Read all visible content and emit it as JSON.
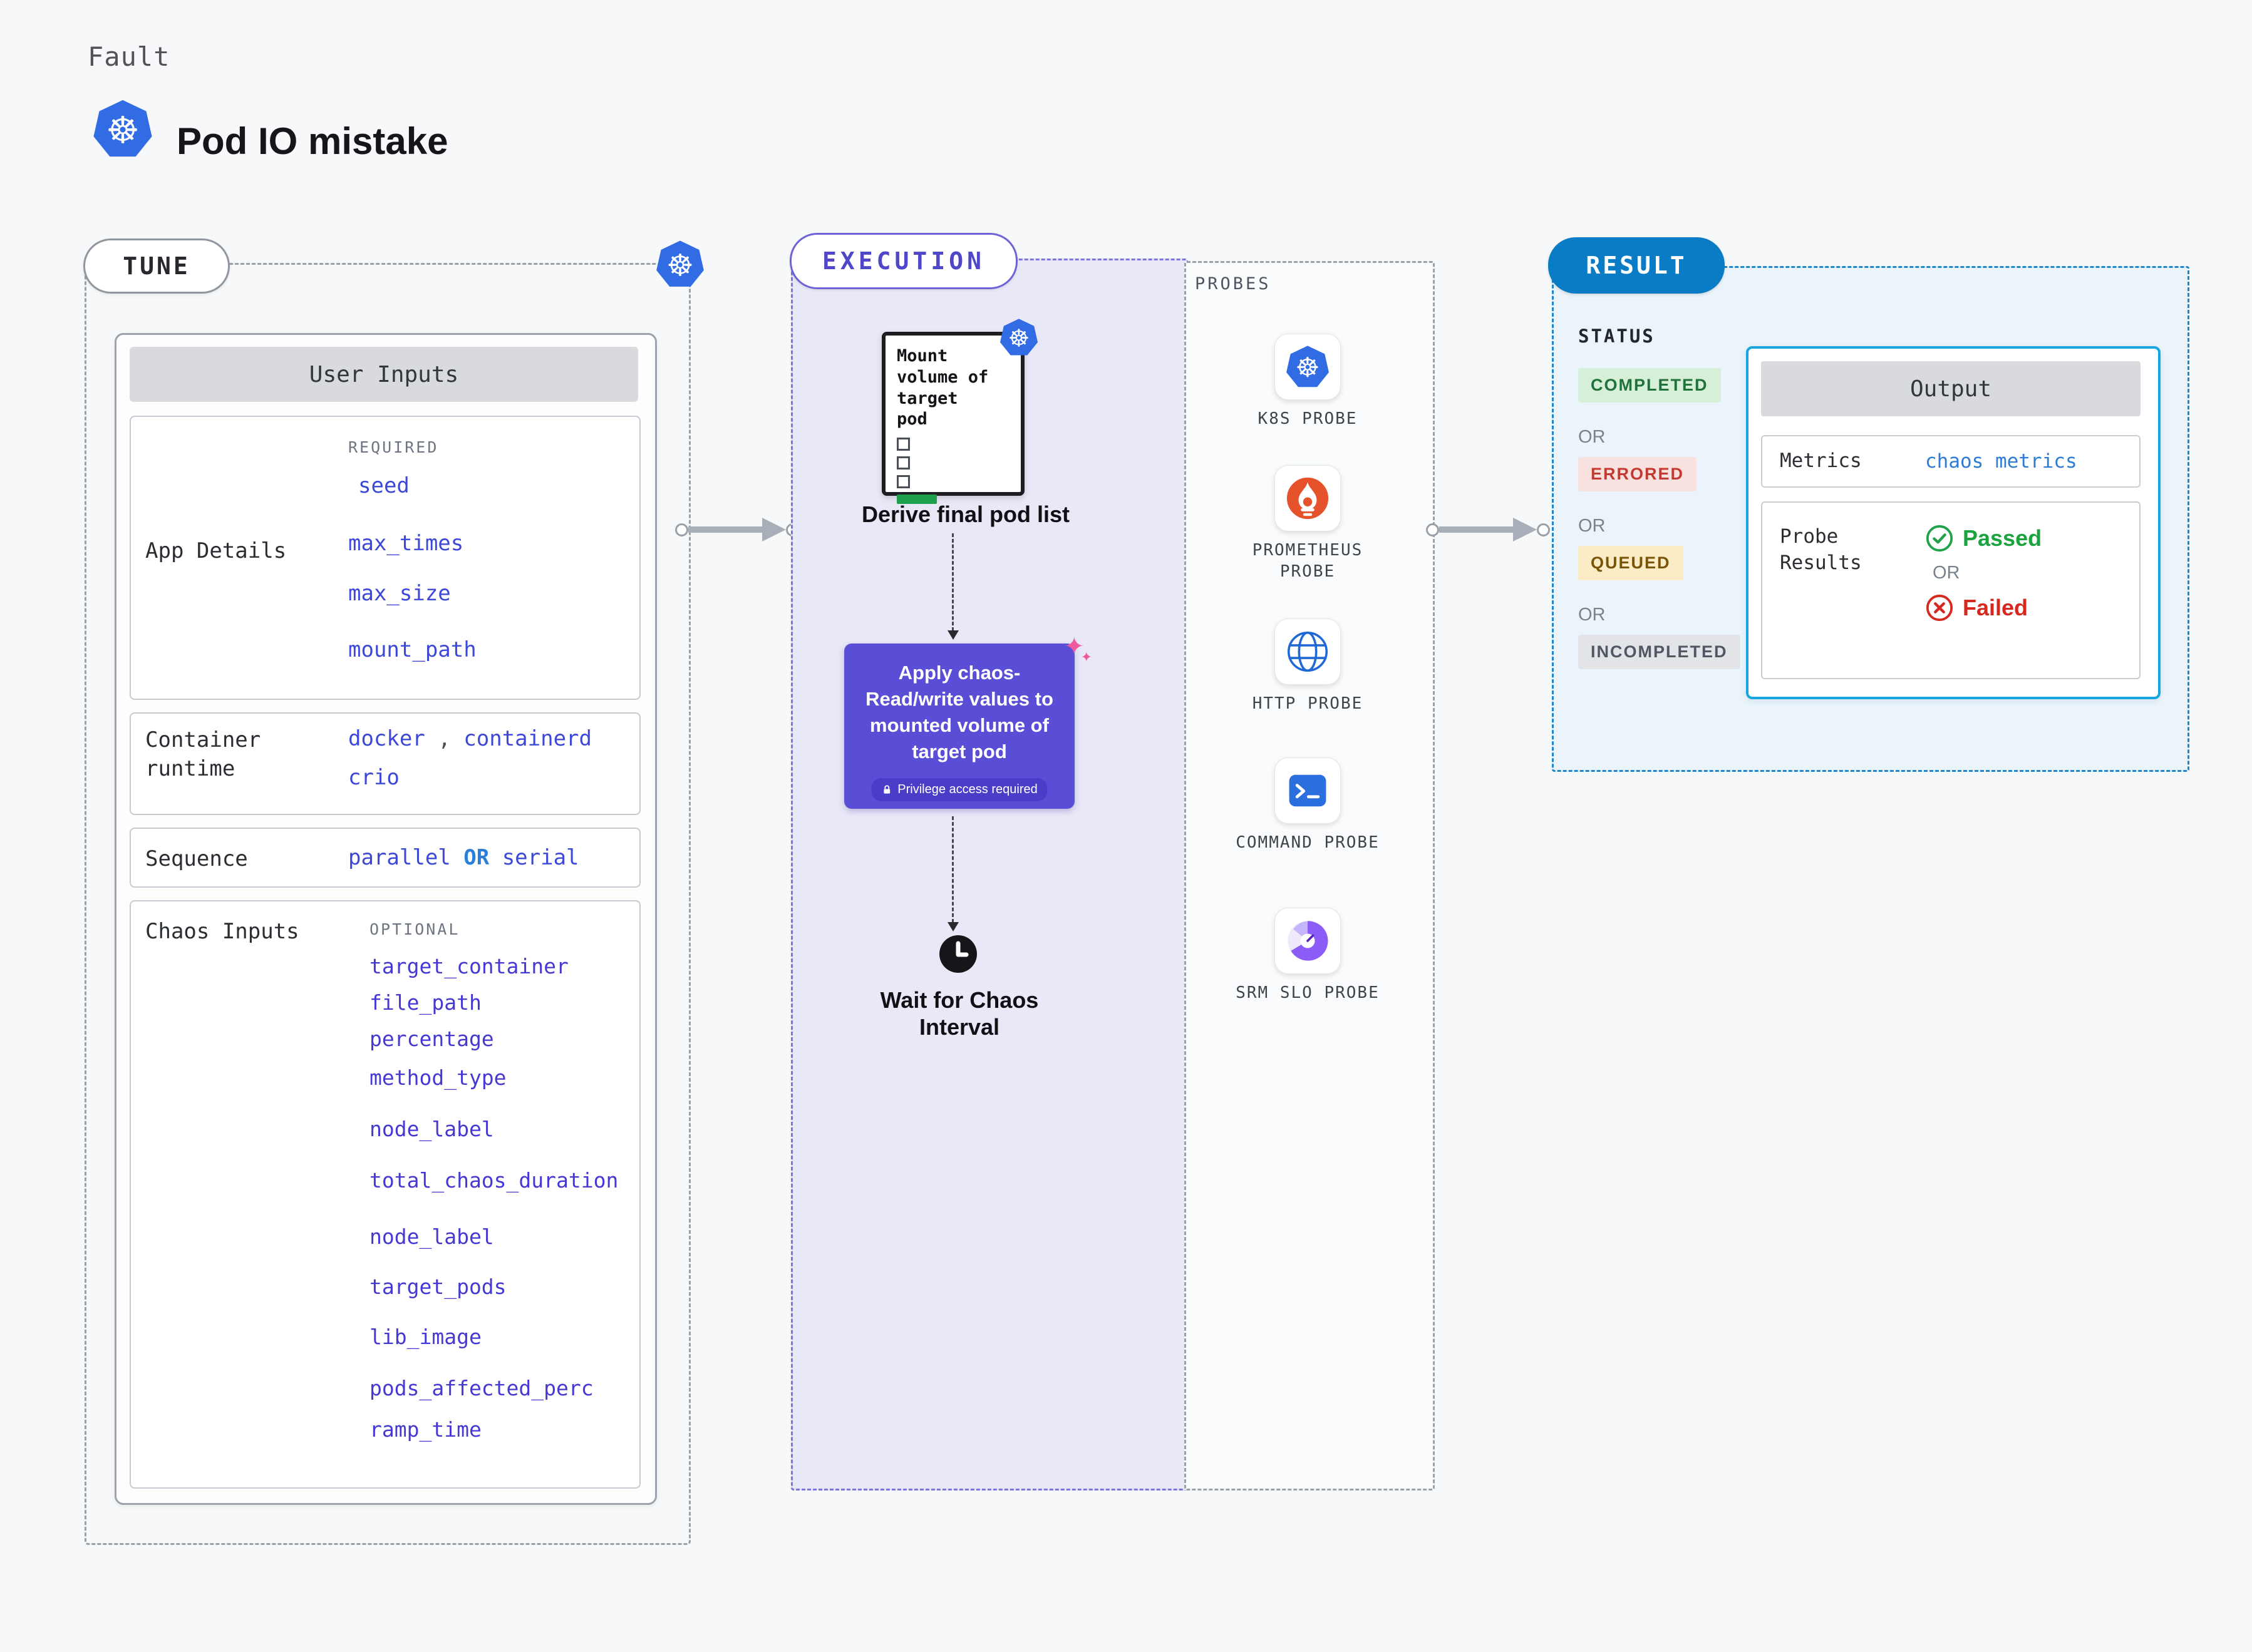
{
  "header": {
    "eyebrow": "Fault",
    "title": "Pod IO mistake"
  },
  "tune": {
    "label": "TUNE",
    "user_inputs_title": "User Inputs",
    "app_details": {
      "label": "App Details",
      "tag": "REQUIRED",
      "fields": [
        "seed",
        "max_times",
        "max_size",
        "mount_path"
      ]
    },
    "container_runtime": {
      "label": "Container runtime",
      "values": [
        "docker",
        "containerd",
        "crio"
      ],
      "separator": ","
    },
    "sequence": {
      "label": "Sequence",
      "option_a": "parallel",
      "or": "OR",
      "option_b": "serial"
    },
    "chaos_inputs": {
      "label": "Chaos Inputs",
      "tag": "OPTIONAL",
      "fields": [
        "target_container",
        "file_path",
        "percentage",
        "method_type",
        "node_label",
        "total_chaos_duration",
        "node_label",
        "target_pods",
        "lib_image",
        "pods_affected_perc",
        "ramp_time"
      ]
    }
  },
  "execution": {
    "label": "EXECUTION",
    "note_text": "Mount volume of target pod",
    "note_caption": "Derive final pod list",
    "action_text": "Apply chaos- Read/write values to mounted volume of target pod",
    "action_badge": "Privilege access required",
    "wait_caption": "Wait for Chaos Interval"
  },
  "probes": {
    "label": "PROBES",
    "items": [
      {
        "label": "K8S PROBE",
        "icon": "kubernetes-icon"
      },
      {
        "label": "PROMETHEUS PROBE",
        "icon": "prometheus-icon"
      },
      {
        "label": "HTTP PROBE",
        "icon": "globe-icon"
      },
      {
        "label": "COMMAND PROBE",
        "icon": "terminal-icon"
      },
      {
        "label": "SRM SLO PROBE",
        "icon": "gauge-icon"
      }
    ]
  },
  "result": {
    "label": "RESULT",
    "status_heading": "STATUS",
    "or": "OR",
    "statuses": [
      {
        "label": "COMPLETED"
      },
      {
        "label": "ERRORED"
      },
      {
        "label": "QUEUED"
      },
      {
        "label": "INCOMPLETED"
      }
    ],
    "output": {
      "title": "Output",
      "metrics_label": "Metrics",
      "metrics_value": "chaos metrics",
      "probe_results_label": "Probe Results",
      "passed": "Passed",
      "or": "OR",
      "failed": "Failed"
    }
  },
  "colors": {
    "kubernetes_blue": "#326CE5",
    "link_blue": "#3D48D8",
    "chaos_purple": "#4638D2",
    "execution_purple": "#5A4ED6",
    "result_blue": "#0A7CC6",
    "output_border": "#17A6DF",
    "passed_green": "#21A248",
    "failed_red": "#D6281E",
    "prometheus_orange": "#E6522C"
  }
}
